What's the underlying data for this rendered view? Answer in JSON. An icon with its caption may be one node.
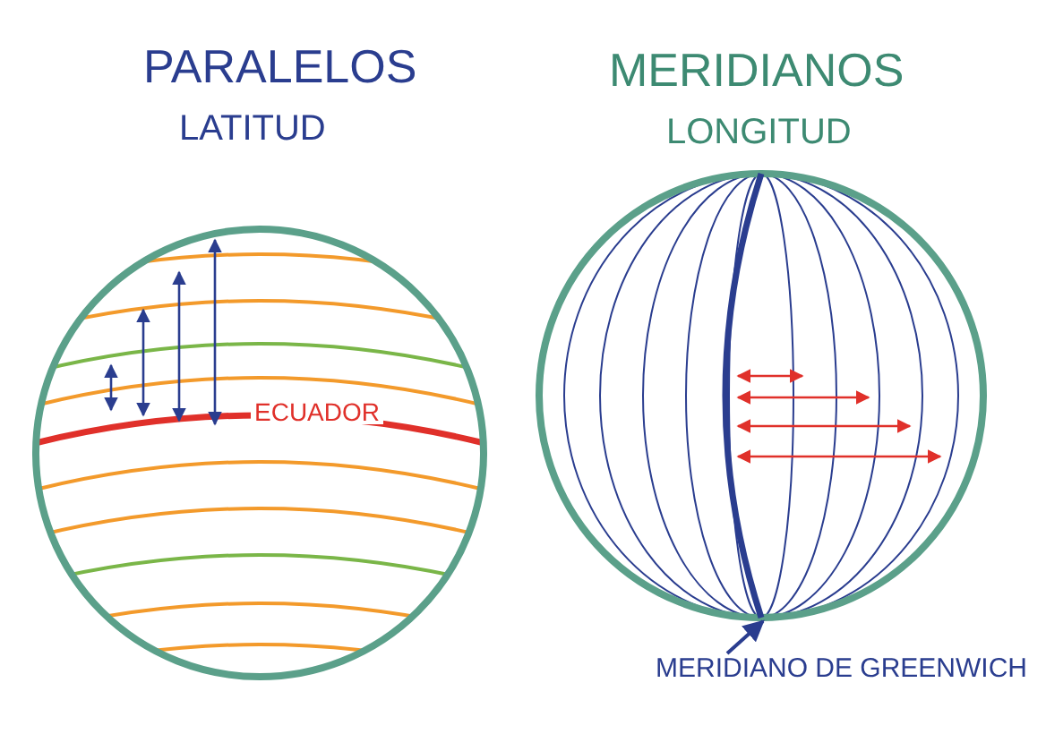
{
  "diagram": {
    "nodes": [
      {
        "text": [
          "MERIDIANO DE GREENWICH"
        ]
      },
      {
        "text": [],
        "shape": "line"
      }
    ],
    "edges": [
      {
        "from": 0,
        "to": 1,
        "arrow": "to"
      }
    ],
    "labels": [
      "PARALELOS",
      "LATITUD",
      "ECUADOR",
      "MERIDIANOS",
      "LONGITUD"
    ]
  }
}
